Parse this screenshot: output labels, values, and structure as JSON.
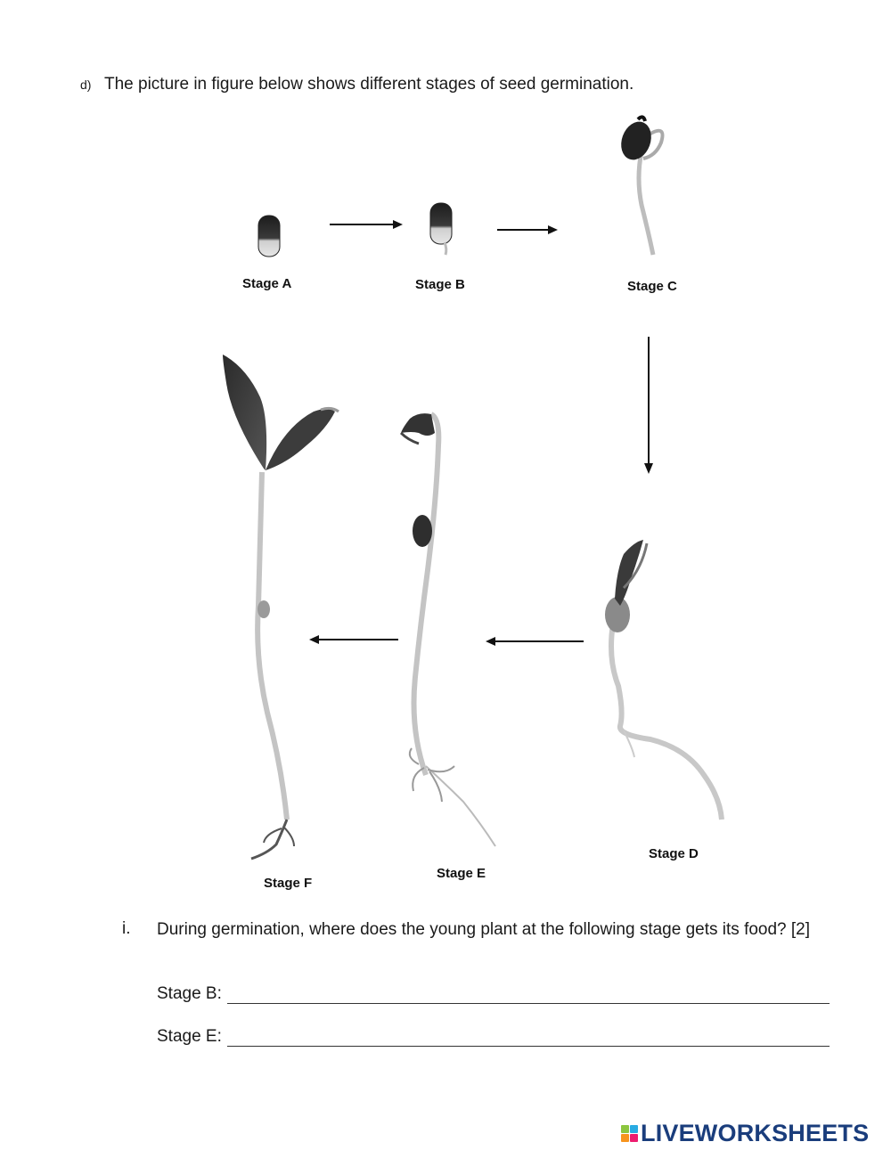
{
  "question": {
    "label": "d)",
    "text": "The picture in figure below shows different stages of seed germination."
  },
  "figure": {
    "stages": {
      "a": "Stage A",
      "b": "Stage B",
      "c": "Stage C",
      "d": "Stage D",
      "e": "Stage E",
      "f": "Stage F"
    }
  },
  "subquestion": {
    "number": "i.",
    "text": "During germination, where does the young plant at the following stage gets its food? [2]",
    "answers": [
      {
        "label": "Stage B:",
        "value": ""
      },
      {
        "label": "Stage E:",
        "value": ""
      }
    ]
  },
  "branding": {
    "logo_text": "LIVEWORKSHEETS",
    "colors": {
      "text": "#1a3d7c",
      "tile1": "#8cc63f",
      "tile2": "#29abe2",
      "tile3": "#f7941d",
      "tile4": "#ed1c6f"
    }
  }
}
